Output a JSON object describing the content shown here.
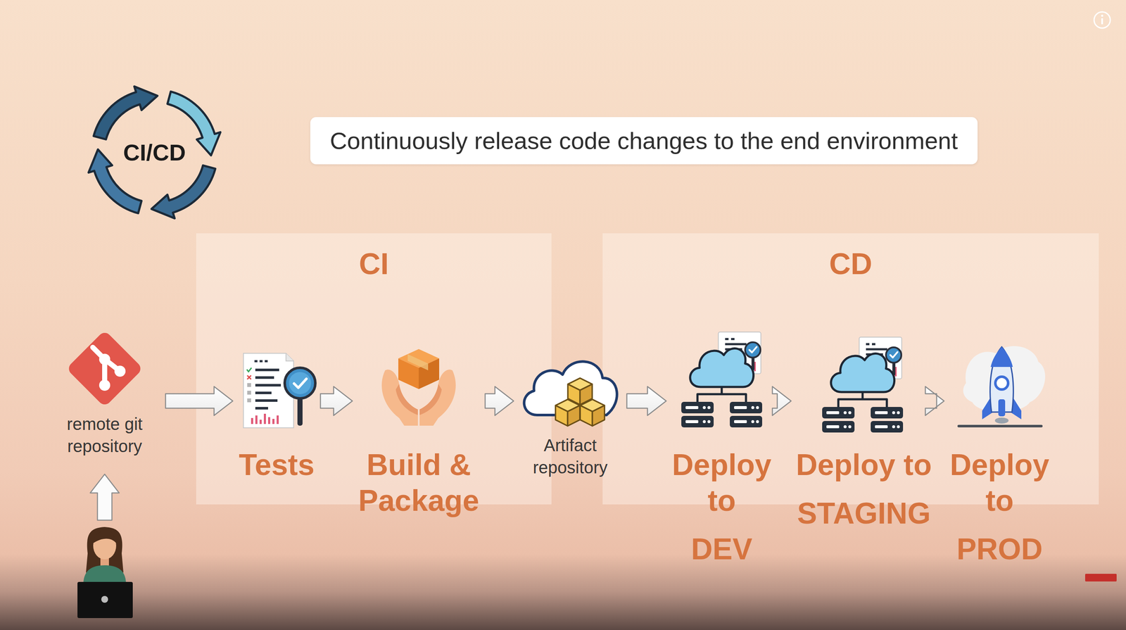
{
  "diagram": {
    "title": "Continuously release code changes to the end environment",
    "nodes": [
      {
        "text": [
          "remote git repository"
        ]
      },
      {
        "text": [
          "CI"
        ]
      },
      {
        "text": [
          "Tests"
        ],
        "in": 1
      },
      {
        "text": [
          "Build & Package"
        ],
        "in": 1
      },
      {
        "text": [
          "Artifact repository"
        ]
      },
      {
        "text": [
          "CD"
        ]
      },
      {
        "text": [
          "Deploy to",
          "DEV"
        ],
        "in": 5
      },
      {
        "text": [
          "Deploy to",
          "STAGING"
        ],
        "in": 5
      },
      {
        "text": [
          "Deploy to",
          "PROD"
        ],
        "in": 5
      }
    ],
    "edges": [
      {
        "from": 0,
        "to": 2,
        "arrow": "to"
      },
      {
        "from": 2,
        "to": 3,
        "arrow": "to"
      },
      {
        "from": 3,
        "to": 4,
        "arrow": "to"
      },
      {
        "from": 4,
        "to": 6,
        "arrow": "to"
      },
      {
        "from": 6,
        "to": 7,
        "arrow": "to"
      },
      {
        "from": 7,
        "to": 8,
        "arrow": "to"
      }
    ],
    "labels": [
      "CI/CD"
    ]
  }
}
